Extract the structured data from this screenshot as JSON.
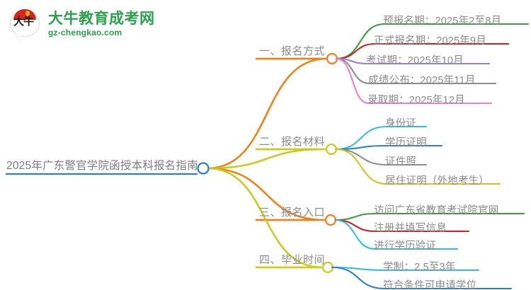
{
  "logo": {
    "mark_text": "大牛",
    "title": "大牛教育成考网",
    "subtitle": "gz-chengkao.com",
    "brand_color": "#2aa14c",
    "mark_color": "#d9261c"
  },
  "mindmap": {
    "root": {
      "label": "2025年广东警官学院函授本科报名指南",
      "color": "#2e7dd1",
      "node_color": "#2e7dd1"
    },
    "branches": [
      {
        "label": "一、报名方式",
        "color": "#f08219",
        "children": [
          {
            "label": "预报名期：2025年2至8月",
            "color": "#3a9e3a"
          },
          {
            "label": "正式报名期：2025年9月",
            "color": "#d02020"
          },
          {
            "label": "考试期：2025年10月",
            "color": "#9a7dd4"
          },
          {
            "label": "成绩公布：2025年11月",
            "color": "#8c8c8c"
          },
          {
            "label": "录取期：2025年12月",
            "color": "#ef7fd0"
          }
        ]
      },
      {
        "label": "二、报名材料",
        "color": "#c8cc1e",
        "children": [
          {
            "label": "身份证",
            "color": "#2ec0dd"
          },
          {
            "label": "学历证明",
            "color": "#2a7fd4"
          },
          {
            "label": "证件照",
            "color": "#8c8c8c"
          },
          {
            "label": "居住证明（外地考生）",
            "color": "#c8cc1e"
          }
        ]
      },
      {
        "label": "三、报名入口",
        "color": "#f08219",
        "children": [
          {
            "label": "访问广东省教育考试院官网",
            "color": "#3a9e3a"
          },
          {
            "label": "注册并填写信息",
            "color": "#d02020"
          },
          {
            "label": "进行学历验证",
            "color": "#2ec0dd"
          }
        ]
      },
      {
        "label": "四、毕业时间",
        "color": "#c8cc1e",
        "children": [
          {
            "label": "学制：2.5至3年",
            "color": "#2ec0dd"
          },
          {
            "label": "符合条件可申请学位",
            "color": "#2a7fd4"
          }
        ]
      }
    ]
  }
}
